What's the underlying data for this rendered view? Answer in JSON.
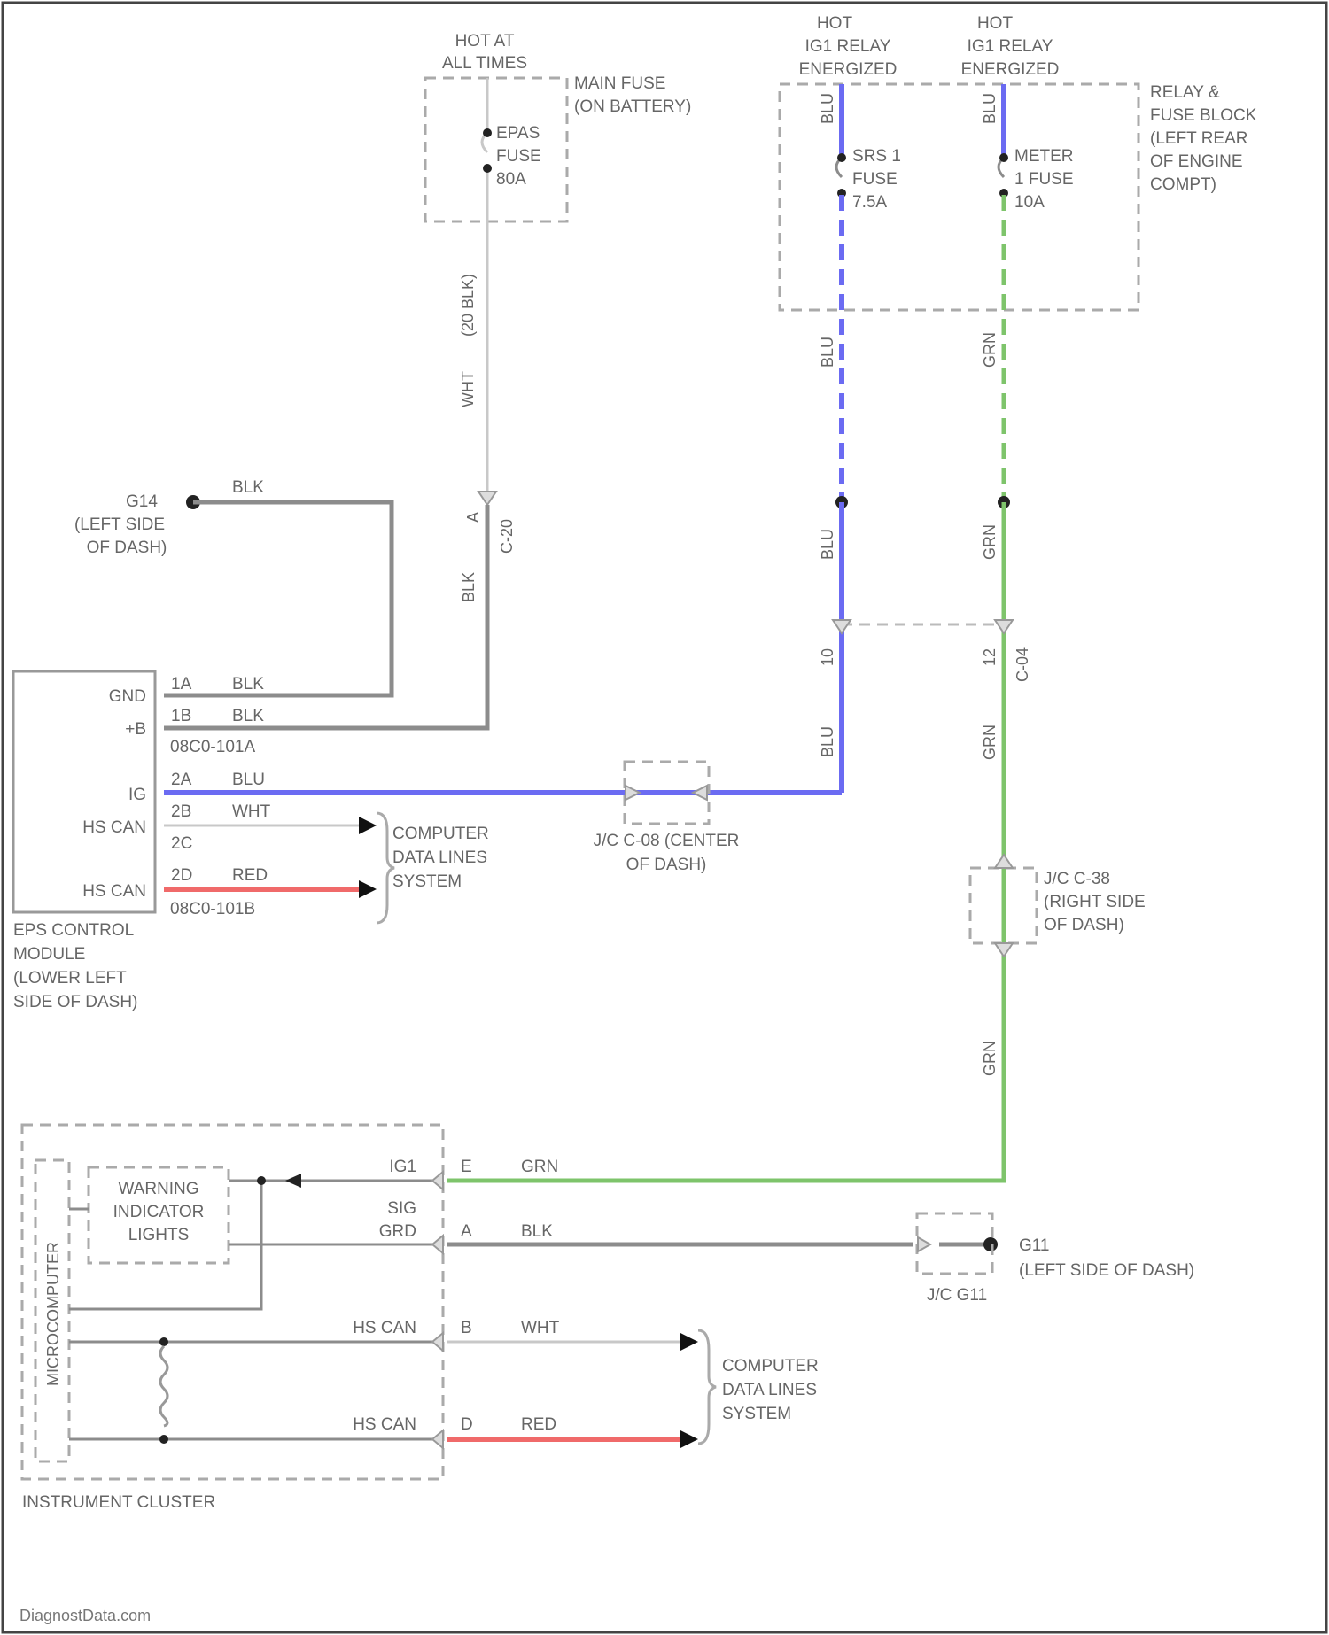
{
  "diagram": {
    "hot_main": [
      "HOT AT",
      "ALL TIMES"
    ],
    "main_fuse_label": [
      "MAIN FUSE",
      "(ON BATTERY)"
    ],
    "epas_fuse": [
      "EPAS",
      "FUSE",
      "80A"
    ],
    "hot_ig1_left": [
      "HOT",
      "IG1 RELAY",
      "ENERGIZED"
    ],
    "hot_ig1_right": [
      "HOT",
      "IG1 RELAY",
      "ENERGIZED"
    ],
    "srs_fuse": [
      "SRS 1",
      "FUSE",
      "7.5A"
    ],
    "meter_fuse": [
      "METER",
      "1 FUSE",
      "10A"
    ],
    "relay_block": [
      "RELAY &",
      "FUSE BLOCK",
      "(LEFT REAR",
      "OF ENGINE",
      "COMPT)"
    ],
    "ground_g14": [
      "G14",
      "(LEFT SIDE",
      "OF DASH)"
    ],
    "wire_blk_top": "BLK",
    "wire_wht_20": "(20 BLK)",
    "wire_wht": "WHT",
    "conn_a": "A",
    "conn_c20": "C-20",
    "wire_blk_v": "BLK",
    "wire_blu_1": "BLU",
    "wire_blu_2": "BLU",
    "wire_blu_3": "BLU",
    "wire_blu_4": "BLU",
    "wire_grn_1": "GRN",
    "wire_grn_2": "GRN",
    "wire_grn_3": "GRN",
    "wire_grn_4": "GRN",
    "pin_10": "10",
    "pin_12": "12",
    "conn_c04": "C-04",
    "eps_pins": [
      {
        "name": "GND",
        "pin": "1A",
        "wire": "BLK"
      },
      {
        "name": "+B",
        "pin": "1B",
        "wire": "BLK"
      },
      {
        "name": "IG",
        "pin": "2A",
        "wire": "BLU"
      },
      {
        "name": "HS CAN",
        "pin": "2B",
        "wire": "WHT"
      },
      {
        "name": "",
        "pin": "2C",
        "wire": ""
      },
      {
        "name": "HS CAN",
        "pin": "2D",
        "wire": "RED"
      }
    ],
    "conn_code_1": "08C0-101A",
    "conn_code_2": "08C0-101B",
    "eps_module": [
      "EPS CONTROL",
      "MODULE",
      "(LOWER LEFT",
      "SIDE OF DASH)"
    ],
    "jc_c08": [
      "J/C C-08 (CENTER",
      "OF DASH)"
    ],
    "jc_c38": [
      "J/C C-38",
      "(RIGHT SIDE",
      "OF DASH)"
    ],
    "data_lines_1": [
      "COMPUTER",
      "DATA LINES",
      "SYSTEM"
    ],
    "data_lines_2": [
      "COMPUTER",
      "DATA LINES",
      "SYSTEM"
    ],
    "warning_lights": [
      "WARNING",
      "INDICATOR",
      "LIGHTS"
    ],
    "microcomputer": "MICROCOMPUTER",
    "cluster_pins": [
      {
        "name": "IG1",
        "pin": "E",
        "wire": "GRN"
      },
      {
        "name": [
          "SIG",
          "GRD"
        ],
        "pin": "A",
        "wire": "BLK"
      },
      {
        "name": "HS CAN",
        "pin": "B",
        "wire": "WHT"
      },
      {
        "name": "HS CAN",
        "pin": "D",
        "wire": "RED"
      }
    ],
    "ground_g11": "G11",
    "ground_g11_loc": "(LEFT SIDE OF DASH)",
    "jc_g11": "J/C G11",
    "instrument_cluster": "INSTRUMENT CLUSTER",
    "footer": "DiagnostData.com"
  },
  "colors": {
    "blue_wire": "#6b6bf2",
    "green_wire": "#7ec46b",
    "red_wire": "#f06a6a",
    "gray_wire": "#8c8c8c"
  }
}
